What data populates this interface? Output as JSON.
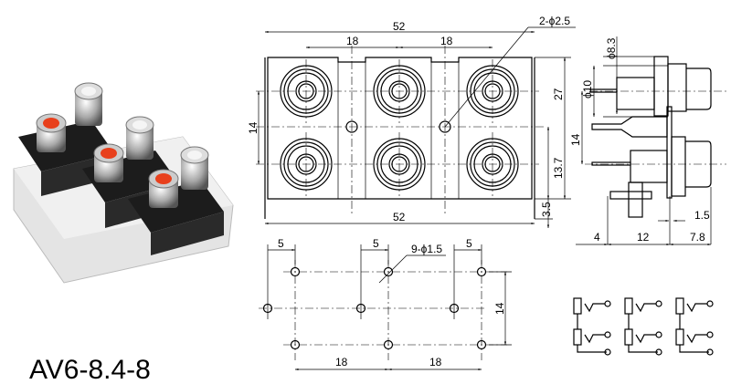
{
  "model": "AV6-8.4-8",
  "front_view": {
    "width_top": "52",
    "pitch_left": "18",
    "pitch_right": "18",
    "hole_note": "2-ϕ2.5",
    "row_pitch": "14",
    "height": "27",
    "center_height": "13.7",
    "foot": "3.5",
    "width_bottom": "52"
  },
  "side_view": {
    "dia_outer": "ϕ8.3",
    "dia_inner": "ϕ10",
    "row_pitch": "14",
    "pin_offset": "1.5",
    "depth_a": "4",
    "depth_b": "12",
    "depth_c": "7.8"
  },
  "pcb_layout": {
    "offset_1": "5",
    "offset_2": "5",
    "offset_3": "5",
    "hole_note": "9-ϕ1.5",
    "row_span": "14",
    "pitch_left": "18",
    "pitch_right": "18"
  },
  "colors": {
    "jack_red": "#e8401c",
    "jack_white": "#f2f2f2",
    "body": "#1c1c1c",
    "base": "#e6e6e6"
  }
}
